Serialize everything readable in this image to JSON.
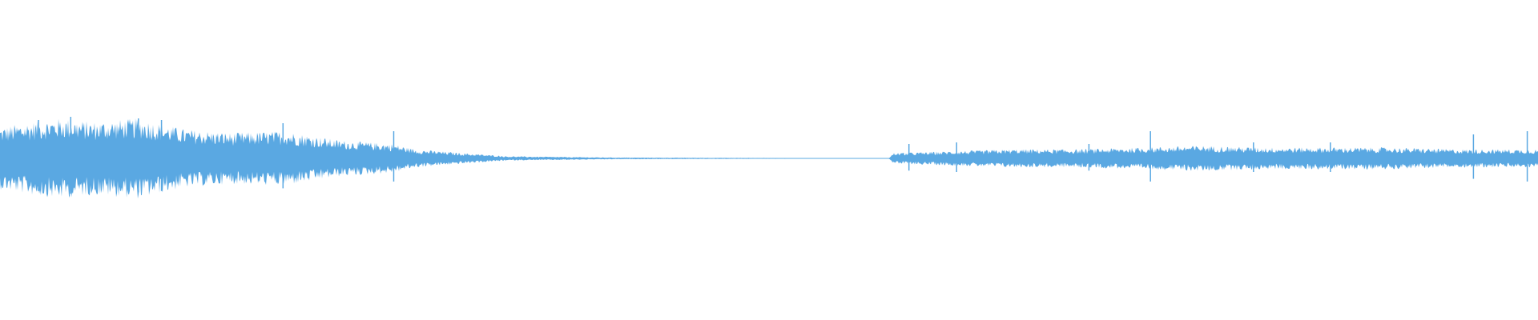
{
  "waveform": {
    "color": "#5aa8e2",
    "background": "#ffffff",
    "envelope": [
      {
        "t": 0.0,
        "amp": 0.17
      },
      {
        "t": 0.02,
        "amp": 0.2
      },
      {
        "t": 0.04,
        "amp": 0.22
      },
      {
        "t": 0.06,
        "amp": 0.2
      },
      {
        "t": 0.09,
        "amp": 0.22
      },
      {
        "t": 0.12,
        "amp": 0.16
      },
      {
        "t": 0.15,
        "amp": 0.14
      },
      {
        "t": 0.185,
        "amp": 0.15
      },
      {
        "t": 0.22,
        "amp": 0.1
      },
      {
        "t": 0.255,
        "amp": 0.08
      },
      {
        "t": 0.27,
        "amp": 0.05
      },
      {
        "t": 0.3,
        "amp": 0.03
      },
      {
        "t": 0.33,
        "amp": 0.012
      },
      {
        "t": 0.4,
        "amp": 0.005
      },
      {
        "t": 0.48,
        "amp": 0.003
      },
      {
        "t": 0.54,
        "amp": 0.002
      },
      {
        "t": 0.578,
        "amp": 0.002
      },
      {
        "t": 0.581,
        "amp": 0.03
      },
      {
        "t": 0.62,
        "amp": 0.04
      },
      {
        "t": 0.66,
        "amp": 0.05
      },
      {
        "t": 0.7,
        "amp": 0.05
      },
      {
        "t": 0.745,
        "amp": 0.06
      },
      {
        "t": 0.78,
        "amp": 0.07
      },
      {
        "t": 0.82,
        "amp": 0.06
      },
      {
        "t": 0.86,
        "amp": 0.06
      },
      {
        "t": 0.9,
        "amp": 0.06
      },
      {
        "t": 0.95,
        "amp": 0.05
      },
      {
        "t": 1.0,
        "amp": 0.05
      }
    ],
    "spikes": [
      {
        "t": 0.025,
        "amp": 0.24
      },
      {
        "t": 0.046,
        "amp": 0.26
      },
      {
        "t": 0.09,
        "amp": 0.25
      },
      {
        "t": 0.105,
        "amp": 0.24
      },
      {
        "t": 0.184,
        "amp": 0.22
      },
      {
        "t": 0.256,
        "amp": 0.17
      },
      {
        "t": 0.591,
        "amp": 0.09
      },
      {
        "t": 0.622,
        "amp": 0.1
      },
      {
        "t": 0.708,
        "amp": 0.09
      },
      {
        "t": 0.748,
        "amp": 0.17
      },
      {
        "t": 0.815,
        "amp": 0.1
      },
      {
        "t": 0.865,
        "amp": 0.1
      },
      {
        "t": 0.958,
        "amp": 0.15
      },
      {
        "t": 0.993,
        "amp": 0.17
      }
    ]
  }
}
